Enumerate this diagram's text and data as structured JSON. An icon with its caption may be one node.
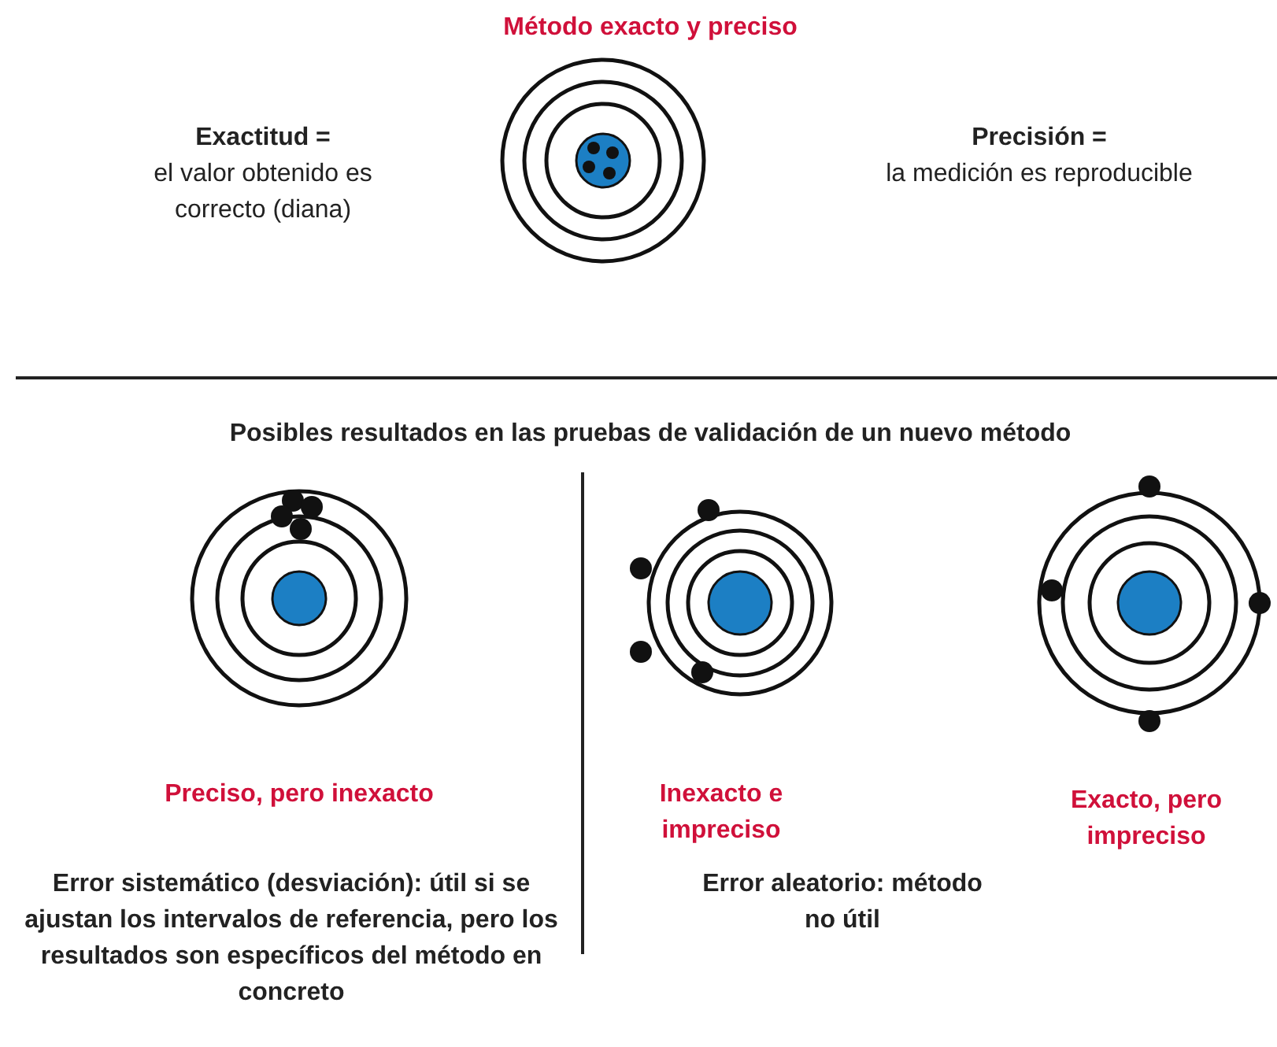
{
  "diagram": {
    "labels": [
      "Método exacto y preciso",
      "**Exactitud** =",
      "el valor obtenido es correcto (diana)",
      "**Precisión** =",
      "la medición es reproducible",
      "Posibles resultados en las pruebas de validación de un nuevo método",
      "Preciso, pero inexacto",
      "Inexacto e impreciso",
      "Exacto, pero impreciso",
      "Error sistemático (desviación): útil si se ajustan los intervalos de referencia, pero los resultados son específicos del método en concreto",
      "Error aleatorio: método no útil"
    ]
  }
}
